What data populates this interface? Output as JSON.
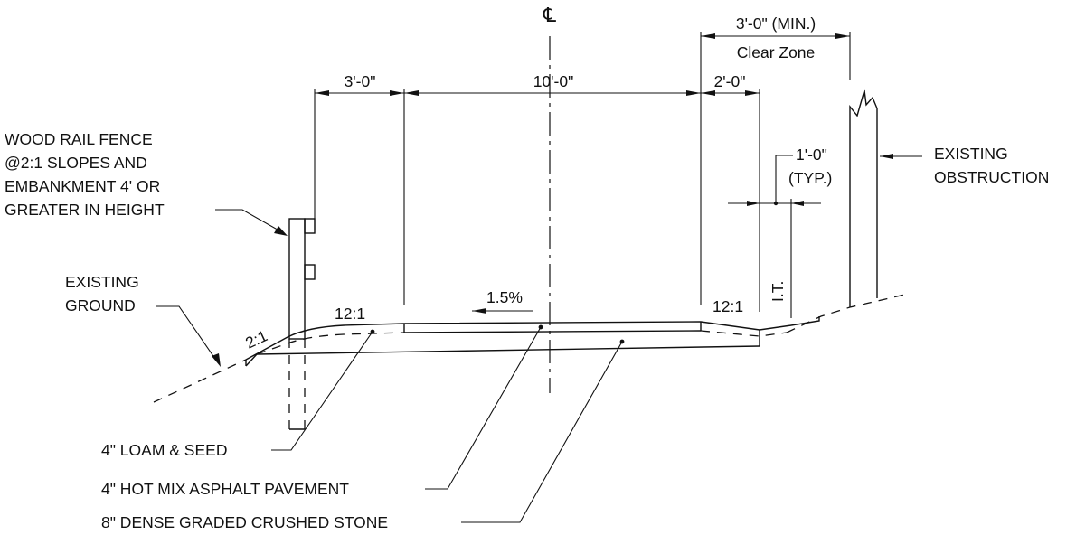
{
  "labels": {
    "centerline": "℄",
    "dim_clear_min": "3'-0\" (MIN.)",
    "clear_zone": "Clear Zone",
    "dim_shoulder_left": "3'-0\"",
    "dim_travel_way": "10'-0\"",
    "dim_shoulder_right": "2'-0\"",
    "dim_one_foot": "1'-0\"",
    "typ": "(TYP.)",
    "it": "I.T.",
    "slope_cross": "1.5%",
    "slope_left": "12:1",
    "slope_right": "12:1",
    "slope_fill": "2:1",
    "fence_note": [
      "WOOD RAIL FENCE",
      "@2:1 SLOPES AND",
      "EMBANKMENT 4' OR",
      "GREATER IN HEIGHT"
    ],
    "existing_ground": [
      "EXISTING",
      "GROUND"
    ],
    "existing_obstruction": [
      "EXISTING",
      "OBSTRUCTION"
    ],
    "loam": "4\" LOAM & SEED",
    "asphalt": "4\" HOT MIX ASPHALT PAVEMENT",
    "stone": "8\" DENSE GRADED CRUSHED STONE"
  }
}
